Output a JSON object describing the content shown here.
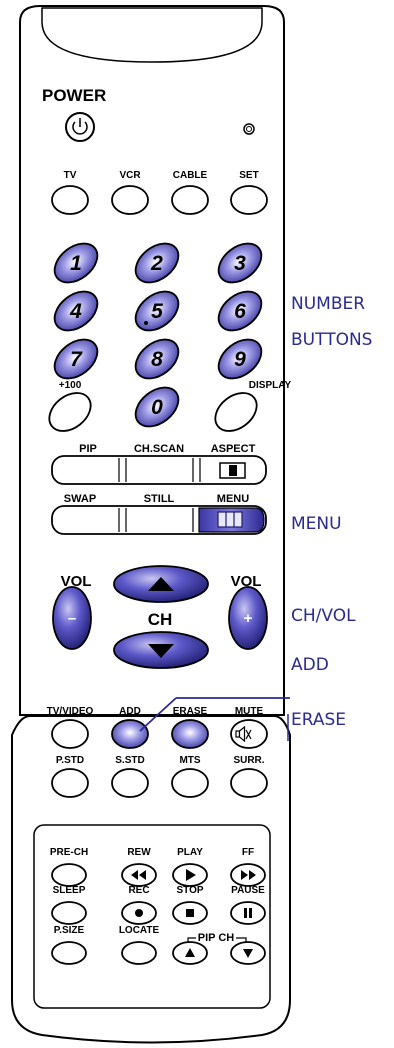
{
  "colors": {
    "accent": "#5a56c8",
    "accent_dark": "#1e1c6e",
    "callout": "#2b2a8f",
    "outline": "#000000",
    "body": "#ffffff"
  },
  "power": {
    "label": "POWER"
  },
  "source_buttons": [
    "TV",
    "VCR",
    "CABLE",
    "SET"
  ],
  "number_buttons": [
    "1",
    "2",
    "3",
    "4",
    "5",
    "6",
    "7",
    "8",
    "9",
    "0"
  ],
  "plus100": "+100",
  "display": "DISPLAY",
  "bar1_labels": [
    "PIP",
    "CH.SCAN",
    "ASPECT"
  ],
  "bar2_labels": [
    "SWAP",
    "STILL",
    "MENU"
  ],
  "vol_labels": [
    "VOL",
    "VOL"
  ],
  "ch_label": "CH",
  "minus": "–",
  "plus": "+",
  "row5_labels": [
    "TV/VIDEO",
    "ADD",
    "ERASE",
    "MUTE"
  ],
  "row6_labels": [
    "P.STD",
    "S.STD",
    "MTS",
    "SURR."
  ],
  "lower_row1": [
    "PRE-CH",
    "REW",
    "PLAY",
    "FF"
  ],
  "lower_row2": [
    "SLEEP",
    "REC",
    "STOP",
    "PAUSE"
  ],
  "lower_row3": [
    "P.SIZE",
    "LOCATE"
  ],
  "pip_ch": "PIP CH",
  "callouts": {
    "number_1": "NUMBER",
    "number_2": "BUTTONS",
    "menu": "MENU",
    "chvol": "CH/VOL",
    "add": "ADD",
    "erase": "ERASE"
  }
}
